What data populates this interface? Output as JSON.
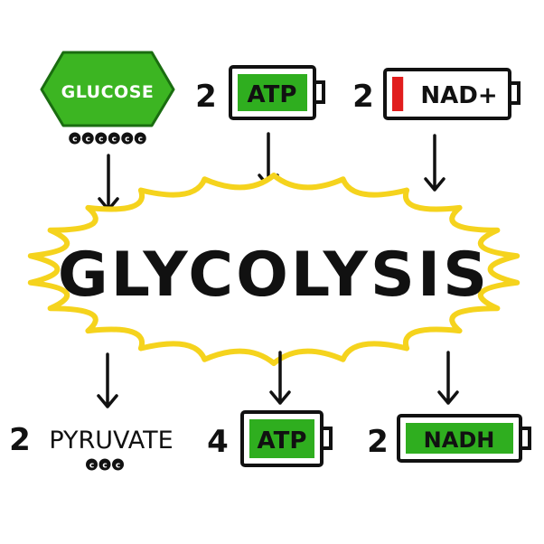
{
  "title": "GLYCOLYSIS",
  "inputs": {
    "glucose": {
      "label": "GLUCOSE",
      "carbons": [
        "c",
        "c",
        "c",
        "c",
        "c",
        "c"
      ]
    },
    "atp": {
      "count": "2",
      "label": "ATP",
      "charge": 1.0
    },
    "nad": {
      "count": "2",
      "label": "NAD+",
      "charge": 0.1
    }
  },
  "outputs": {
    "pyruvate": {
      "count": "2",
      "label": "PYRUVATE",
      "carbons": [
        "c",
        "c",
        "c"
      ]
    },
    "atp": {
      "count": "4",
      "label": "ATP",
      "charge": 1.0
    },
    "nadh": {
      "count": "2",
      "label": "NADH",
      "charge": 1.0
    }
  },
  "colors": {
    "glucose_fill": "#3cb522",
    "battery_green": "#2fae1f",
    "battery_red": "#e11d1d",
    "burst_stroke": "#f5d31d",
    "ink": "#111111"
  }
}
